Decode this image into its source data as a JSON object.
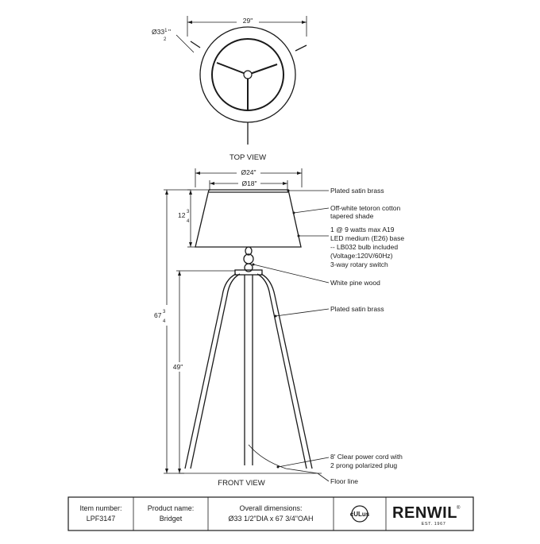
{
  "views": {
    "top_view_label": "TOP VIEW",
    "front_view_label": "FRONT VIEW"
  },
  "top_dims": {
    "width": "29\"",
    "diameter_prefix": "Ø33",
    "diameter_whole": "1",
    "diameter_den": "2",
    "diameter_suffix": "\""
  },
  "front_dims": {
    "shade_bottom_dia": "Ø24\"",
    "shade_top_dia": "Ø18\"",
    "shade_height_whole": "12",
    "shade_height_num": "3",
    "shade_height_den": "4",
    "total_height_whole": "67",
    "total_height_num": "3",
    "total_height_den": "4",
    "leg_height": "49\""
  },
  "callouts": {
    "c1": "Plated satin brass",
    "c2_line1": "Off-white tetoron cotton",
    "c2_line2": "tapered shade",
    "c3_line1": "1 @ 9 watts max A19",
    "c3_line2": "LED medium (E26) base",
    "c3_line3": "-- LB032 bulb included",
    "c3_line4": "(Voltage:120V/60Hz)",
    "c3_line5": "3-way rotary switch",
    "c4": "White pine wood",
    "c5": "Plated satin brass",
    "c6_line1": "8' Clear power cord with",
    "c6_line2": "2 prong polarized plug",
    "c7": "Floor line"
  },
  "title_block": {
    "item_label": "Item number:",
    "item_value": "LPF3147",
    "product_label": "Product name:",
    "product_value": "Bridget",
    "overall_label": "Overall dimensions:",
    "overall_value": "Ø33 1/2\"DIA x 67 3/4\"OAH",
    "cert_mark": "cULus",
    "logo_text": "RENWIL",
    "logo_reg": "®",
    "logo_est": "EST. 1967"
  }
}
